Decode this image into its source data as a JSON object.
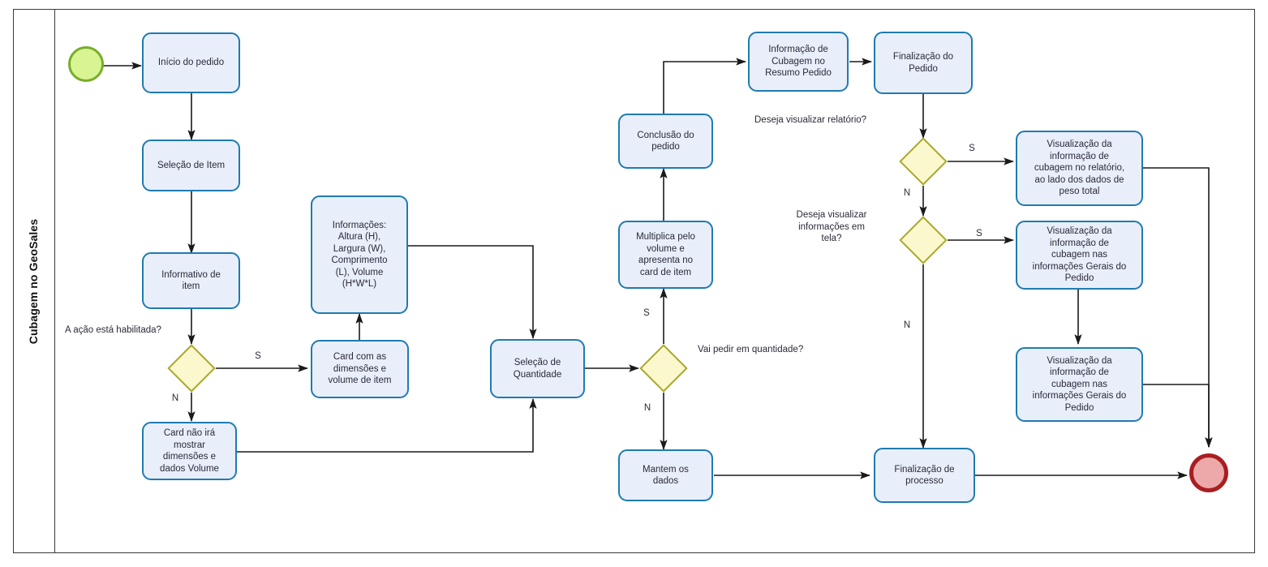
{
  "diagram": {
    "type": "bpmn-flowchart",
    "lane_title": "Cubagem no GeoSales",
    "colors": {
      "task_fill": "#e9eefb",
      "task_border": "#1f7bb0",
      "gateway_fill": "#fbf8cd",
      "gateway_border": "#a9a92f",
      "start_fill": "#d9f493",
      "start_border": "#77ae29",
      "end_fill": "#eda9a9",
      "end_border": "#a81e22",
      "connector": "#1a1a1a",
      "frame": "#3a3a3a"
    },
    "events": {
      "start": "start-event",
      "end": "end-event"
    },
    "tasks": [
      {
        "id": "inicio-do-pedido",
        "label": "Início do pedido"
      },
      {
        "id": "selecao-de-item",
        "label": "Seleção de Item"
      },
      {
        "id": "informativo-de-item",
        "label": "Informativo de\nitem"
      },
      {
        "id": "card-nao-ira-mostrar",
        "label": "Card não irá\nmostrar\ndimensões e\ndados Volume"
      },
      {
        "id": "card-com-as-dimensoes",
        "label": "Card com as\ndimensões e\nvolume de item"
      },
      {
        "id": "informacoes-dimensoes",
        "label": "Informações:\nAltura (H),\nLargura (W),\nComprimento\n(L), Volume\n(H*W*L)"
      },
      {
        "id": "selecao-de-quantidade",
        "label": "Seleção de\nQuantidade"
      },
      {
        "id": "multiplica-pelo-volume",
        "label": "Multiplica pelo\nvolume e\napresenta no\ncard de item"
      },
      {
        "id": "mantem-os-dados",
        "label": "Mantem os\ndados"
      },
      {
        "id": "conclusao-do-pedido",
        "label": "Conclusão do\npedido"
      },
      {
        "id": "informacao-de-cubagem",
        "label": "Informação de\nCubagem no\nResumo Pedido"
      },
      {
        "id": "finalizacao-do-pedido",
        "label": "Finalização do\nPedido"
      },
      {
        "id": "visualizacao-relatorio",
        "label": "Visualização da\ninformação de\ncubagem no relatório,\nao lado dos dados de\npeso total"
      },
      {
        "id": "visualizacao-gerais-1",
        "label": "Visualização da\ninformação de\ncubagem nas\ninformações Gerais do\nPedido"
      },
      {
        "id": "visualizacao-gerais-2",
        "label": "Visualização da\ninformação de\ncubagem nas\ninformações Gerais do\nPedido"
      },
      {
        "id": "finalizacao-de-processo",
        "label": "Finalização de\nprocesso"
      }
    ],
    "gateways": [
      {
        "id": "gateway-acao-habilitada",
        "question": "A ação está habilitada?"
      },
      {
        "id": "gateway-quantidade",
        "question": "Vai pedir em quantidade?"
      },
      {
        "id": "gateway-relatorio",
        "question": "Deseja visualizar relatório?"
      },
      {
        "id": "gateway-tela",
        "question": "Deseja visualizar\ninformações em\ntela?"
      }
    ],
    "flow_labels": {
      "acao_sim": "S",
      "acao_nao": "N",
      "quantidade_sim": "S",
      "quantidade_nao": "N",
      "relatorio_sim": "S",
      "relatorio_nao": "N",
      "tela_sim": "S",
      "tela_nao": "N"
    }
  }
}
